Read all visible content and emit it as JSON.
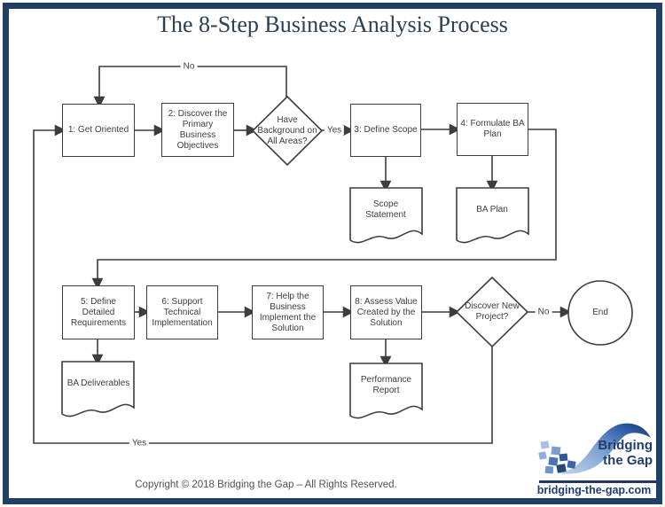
{
  "title": "The 8-Step Business Analysis Process",
  "flowchart": {
    "steps": {
      "s1": "1: Get Oriented",
      "s2": "2: Discover the\nPrimary\nBusiness\nObjectives",
      "s3": "3: Define Scope",
      "s4": "4: Formulate BA\nPlan",
      "s5": "5: Define\nDetailed\nRequirements",
      "s6": "6: Support\nTechnical\nImplementation",
      "s7": "7: Help the\nBusiness\nImplement the\nSolution",
      "s8": "8: Assess Value\nCreated by the\nSolution"
    },
    "decisions": {
      "d1": "Have\nBackground on\nAll Areas?",
      "d2": "Discover New\nProject?"
    },
    "documents": {
      "scope": "Scope\nStatement",
      "ba_plan": "BA Plan",
      "deliverables": "BA Deliverables",
      "performance": "Performance\nReport"
    },
    "terminal": {
      "end": "End"
    },
    "edge_labels": {
      "no_top": "No",
      "yes_top": "Yes",
      "no_bottom": "No",
      "yes_bottom": "Yes"
    }
  },
  "footer": {
    "copyright": "Copyright © 2018 Bridging the Gap – All Rights Reserved."
  },
  "logo": {
    "name": "Bridging\nthe Gap",
    "url": "bridging-the-gap.com"
  },
  "colors": {
    "frame_navy": "#1f4064",
    "title_navy": "#2b4055",
    "line_gray": "#3d3d3d",
    "logo_navy": "#1d3e6b",
    "copyright_gray": "#525252"
  }
}
